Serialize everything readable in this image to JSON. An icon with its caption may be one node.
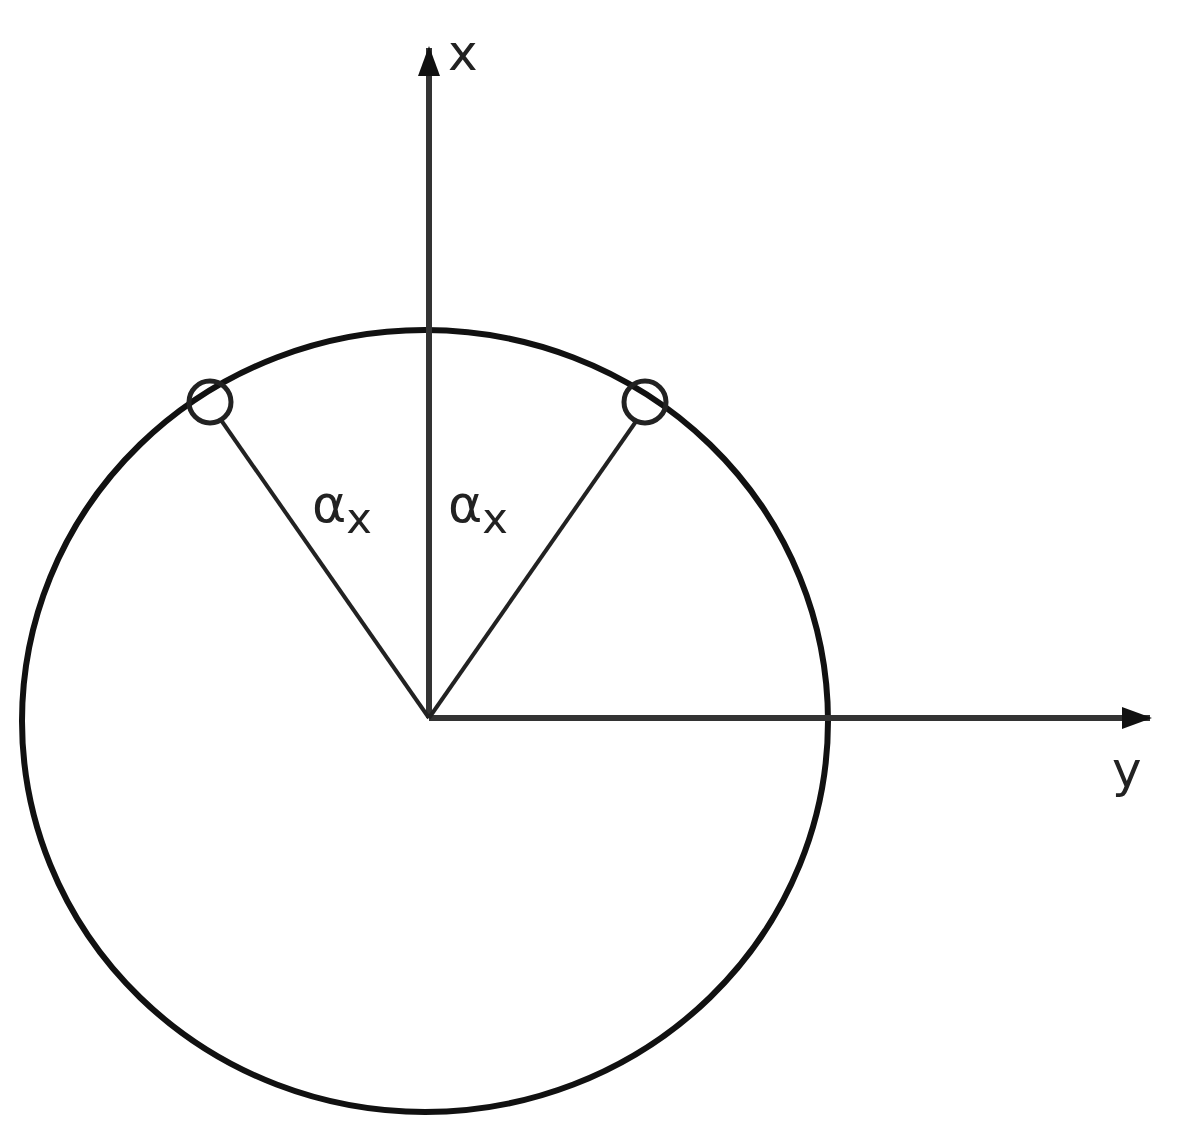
{
  "diagram": {
    "labels": [
      "x",
      "y",
      "α$_{x}$",
      "α$_{x}$"
    ]
  }
}
